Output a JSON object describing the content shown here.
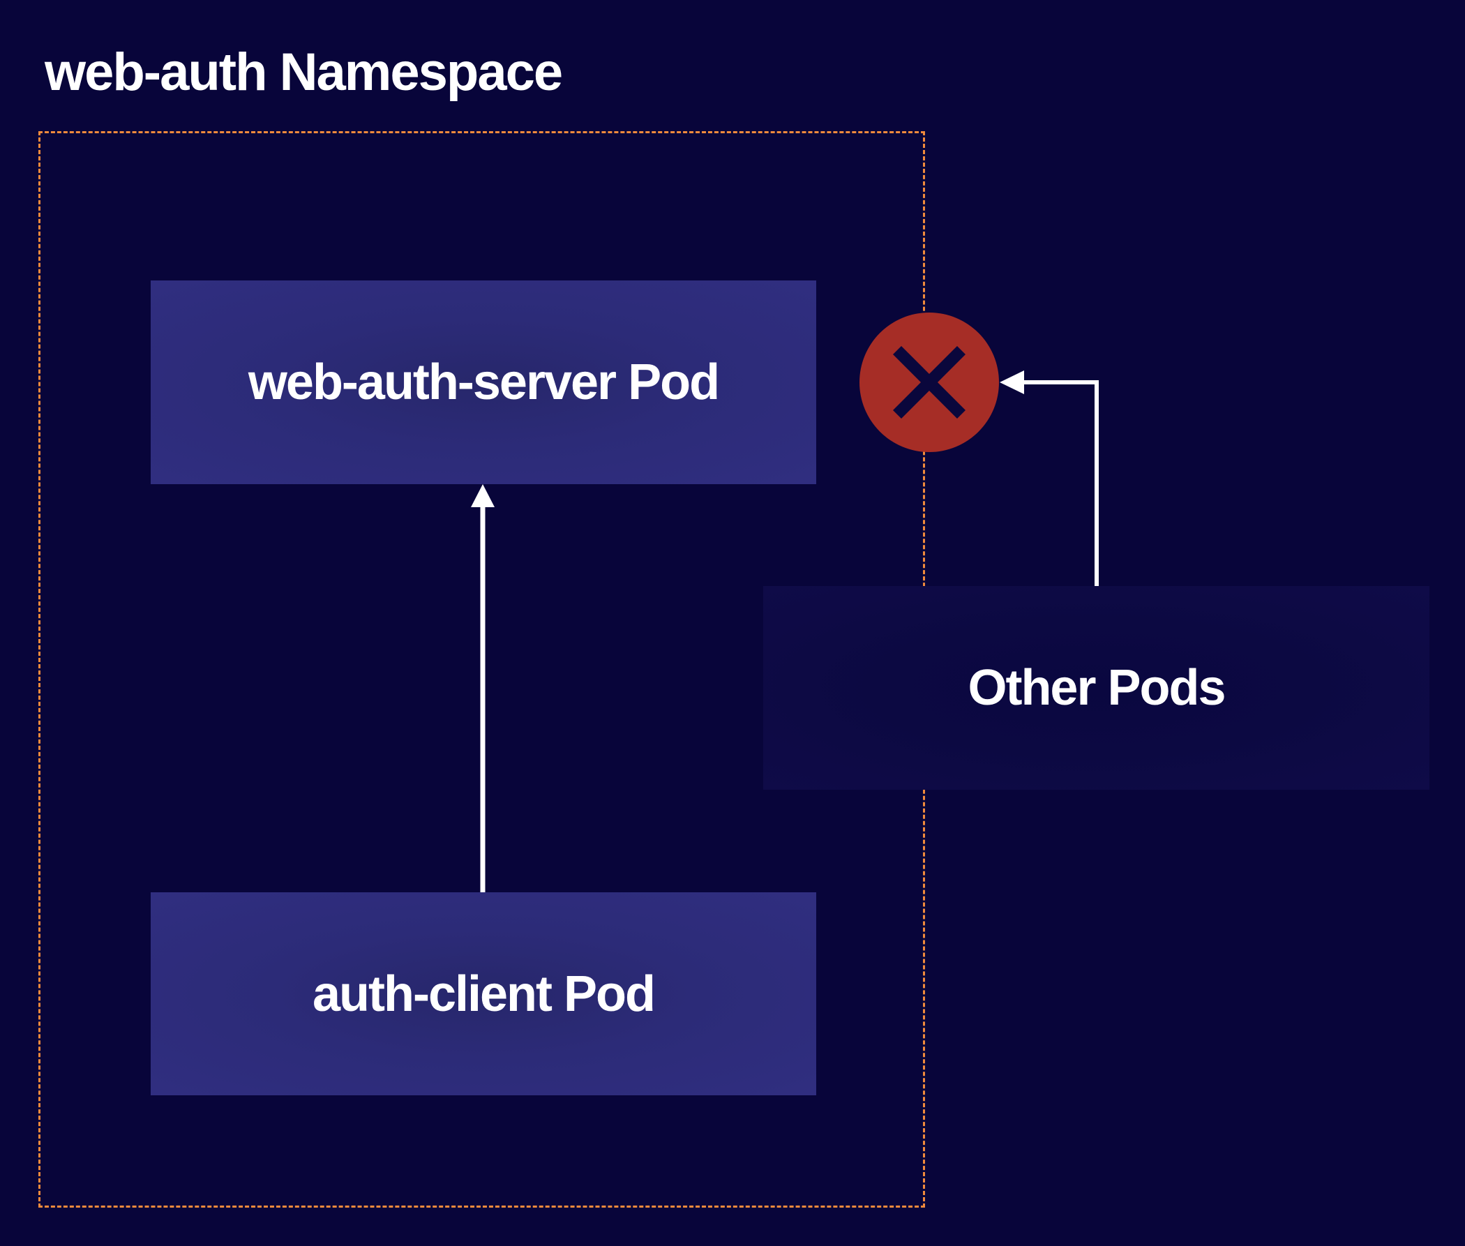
{
  "namespace": {
    "title": "web-auth Namespace"
  },
  "pods": {
    "server": "web-auth-server Pod",
    "client": "auth-client Pod",
    "other": "Other Pods"
  },
  "colors": {
    "background": "#08053a",
    "namespace_border": "#f08a3c",
    "pod_fill": "#2f2d7d",
    "other_pod_fill": "#0e0a45",
    "blocked": "#a62d26",
    "arrow": "#ffffff"
  },
  "connections": [
    {
      "from": "auth-client Pod",
      "to": "web-auth-server Pod",
      "status": "allowed"
    },
    {
      "from": "Other Pods",
      "to": "web-auth-server Pod",
      "status": "blocked"
    }
  ]
}
